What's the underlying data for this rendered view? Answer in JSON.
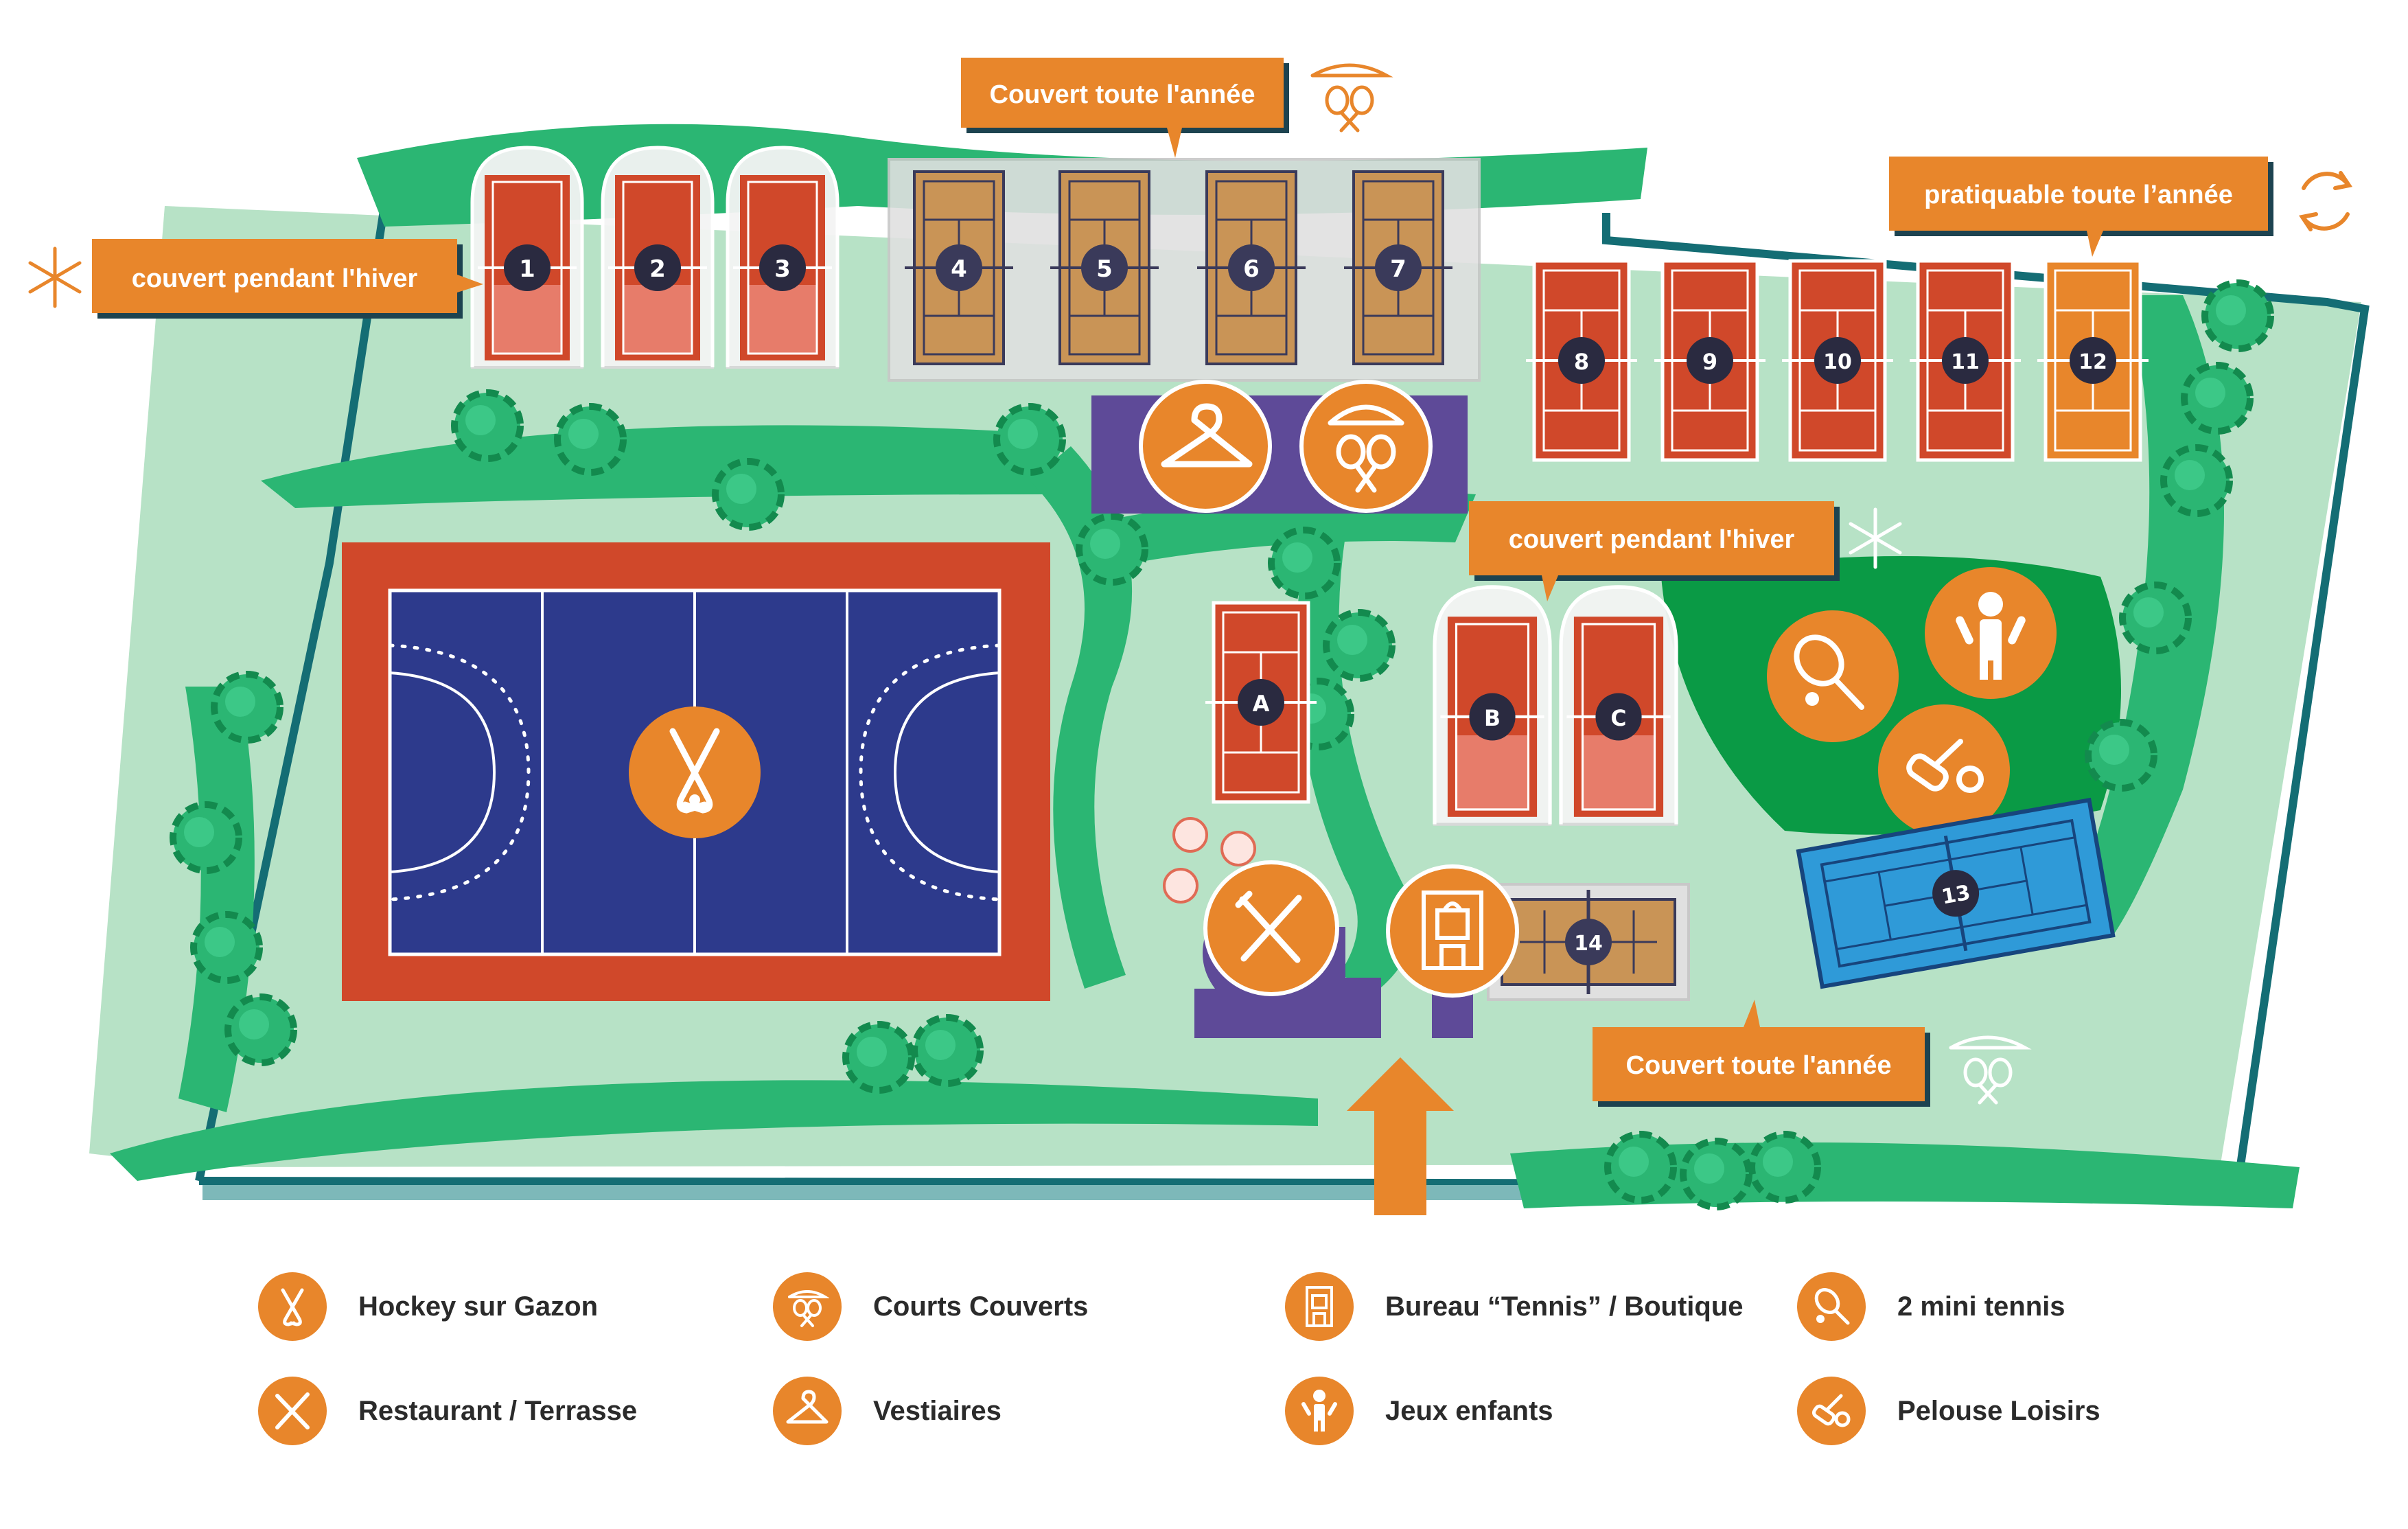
{
  "callouts": {
    "top_covered": "Couvert toute l'année",
    "winter_left": "couvert pendant l'hiver",
    "all_year": "pratiquable toute l’année",
    "winter_middle": "couvert pendant l'hiver",
    "bottom_covered": "Couvert toute l'année"
  },
  "courts": {
    "c1": "1",
    "c2": "2",
    "c3": "3",
    "c4": "4",
    "c5": "5",
    "c6": "6",
    "c7": "7",
    "c8": "8",
    "c9": "9",
    "c10": "10",
    "c11": "11",
    "c12": "12",
    "c13": "13",
    "c14": "14",
    "cA": "A",
    "cB": "B",
    "cC": "C"
  },
  "icons": {
    "hockey": "hockey-sticks-icon",
    "covered": "covered-courts-icon",
    "shop": "shop-office-icon",
    "mini_tennis": "mini-tennis-icon",
    "restaurant": "fork-knife-icon",
    "cloakroom": "hanger-icon",
    "kids": "child-icon",
    "leisure": "croquet-icon",
    "snowflake": "snowflake-icon",
    "all_year": "cycle-arrows-icon",
    "entrance": "entrance-arrow-icon"
  },
  "legend": {
    "hockey": "Hockey sur Gazon",
    "covered": "Courts Couverts",
    "shop": "Bureau “Tennis” / Boutique",
    "mini_tennis": "2 mini tennis",
    "restaurant": "Restaurant / Terrasse",
    "cloakroom": "Vestiaires",
    "kids": "Jeux enfants",
    "leisure": "Pelouse Loisirs"
  },
  "colors": {
    "orange": "#e8862b",
    "clay": "#d0482a",
    "hard": "#c99456",
    "navy": "#2d3a8c",
    "blue": "#2f9ad8",
    "purple": "#5e4a98",
    "grass": "#2bb673",
    "lawn": "#b7e2c6",
    "border": "#146d74",
    "dark_green": "#0a9a45"
  }
}
